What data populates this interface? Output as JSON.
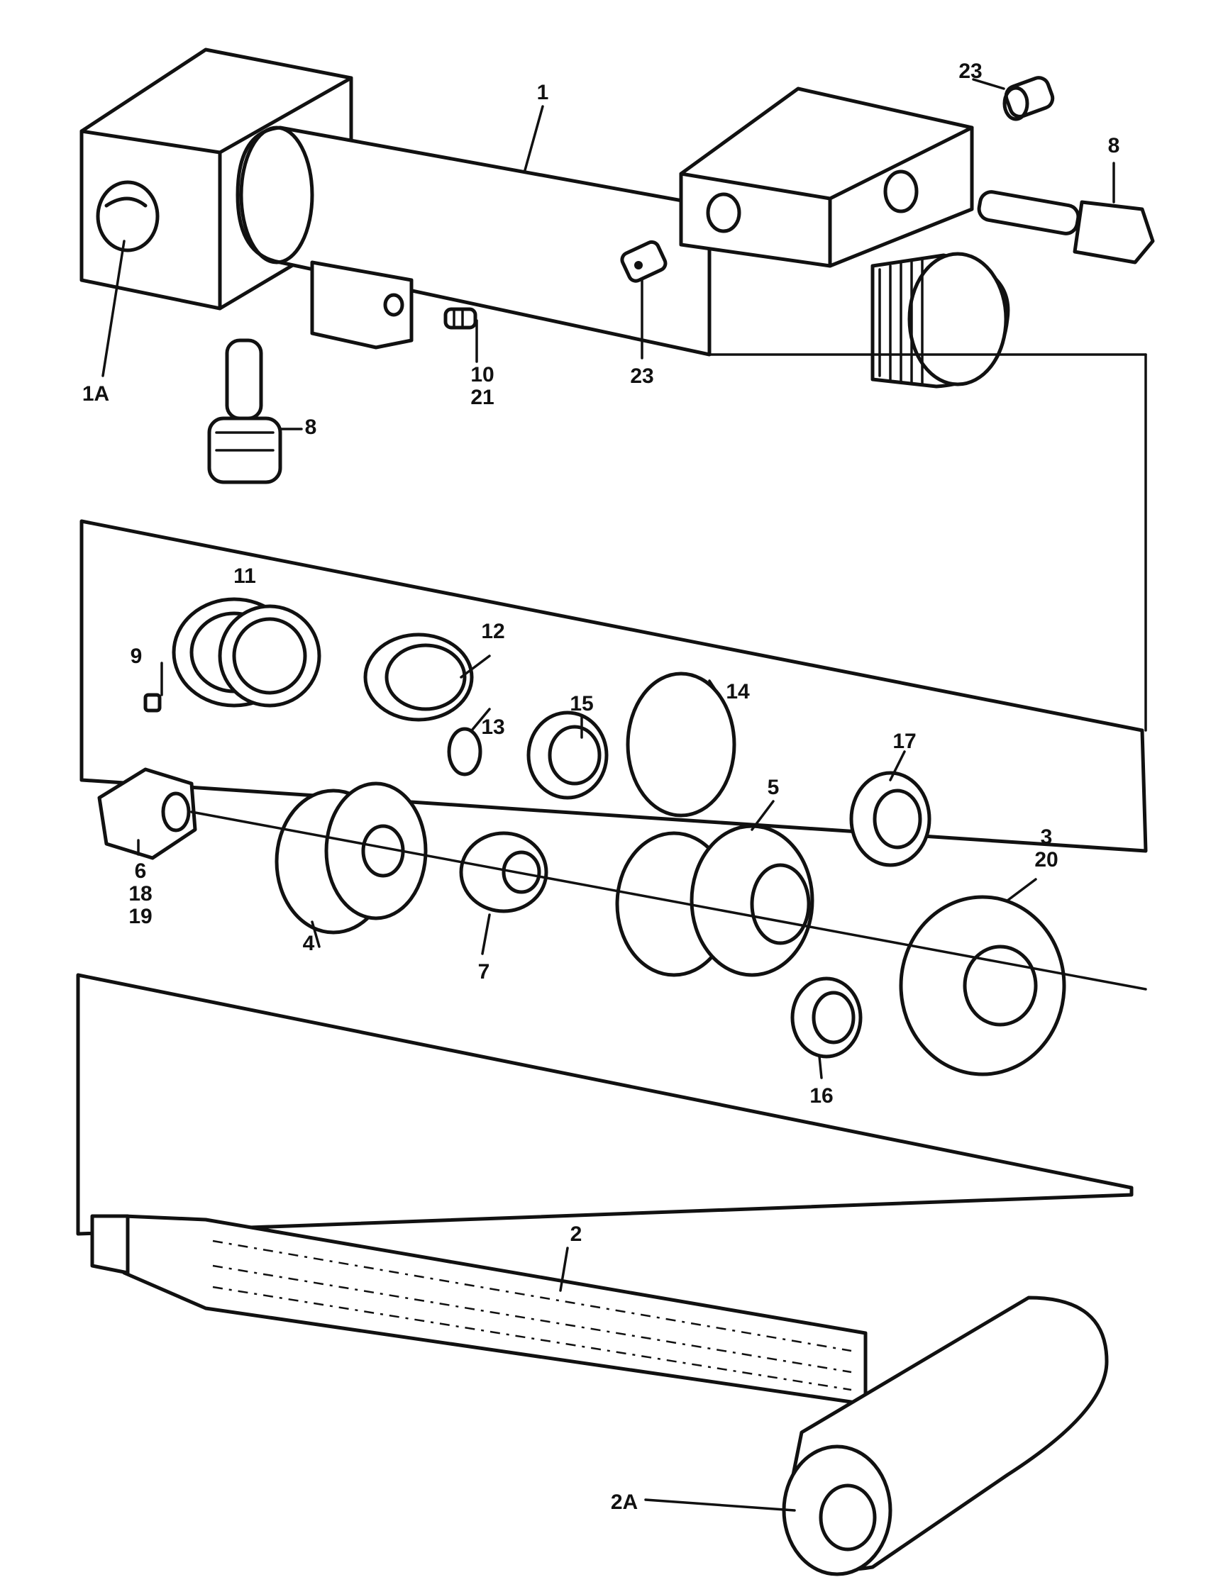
{
  "callouts": {
    "c1": "1",
    "c1a": "1A",
    "c2": "2",
    "c2a": "2A",
    "c3": "3",
    "c20": "20",
    "c4": "4",
    "c5": "5",
    "c6": "6",
    "c18": "18",
    "c19": "19",
    "c7": "7",
    "c8_top": "8",
    "c8_left": "8",
    "c9": "9",
    "c10": "10",
    "c21": "21",
    "c11": "11",
    "c12": "12",
    "c13": "13",
    "c14": "14",
    "c15": "15",
    "c16": "16",
    "c17": "17",
    "c23_top": "23",
    "c23_mid": "23"
  },
  "icons": {
    "cylinder_barrel": "cylinder-barrel-icon",
    "piston_rod": "piston-rod-icon",
    "grease_fitting": "grease-fitting-icon"
  }
}
